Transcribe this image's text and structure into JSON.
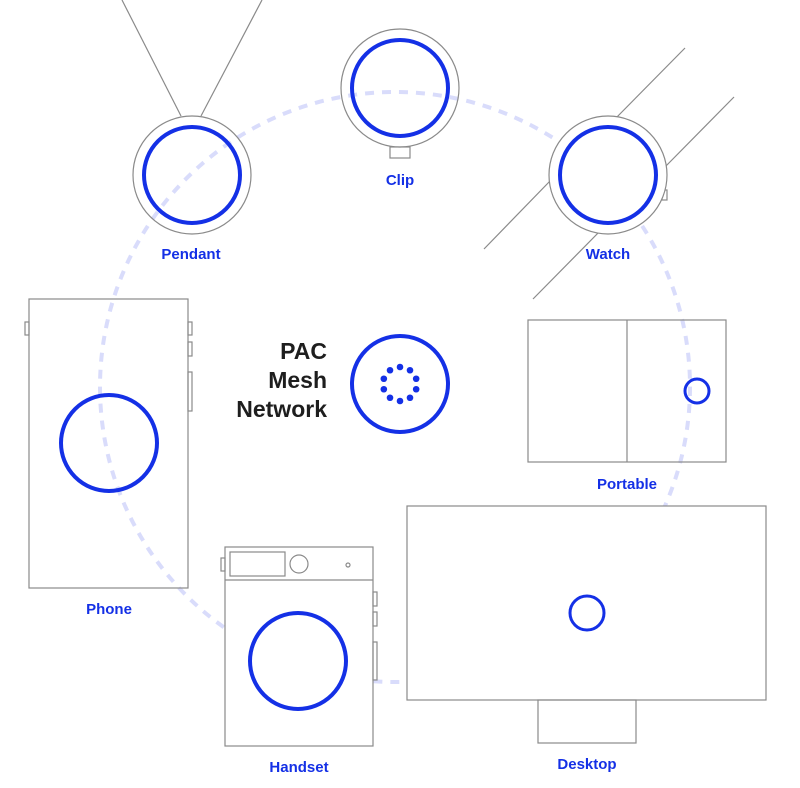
{
  "title_lines": [
    "PAC",
    "Mesh",
    "Network"
  ],
  "devices": {
    "clip": "Clip",
    "pendant": "Pendant",
    "watch": "Watch",
    "portable": "Portable",
    "phone": "Phone",
    "handset": "Handset",
    "desktop": "Desktop"
  },
  "colors": {
    "accent": "#1430e6",
    "mesh_ring": "#d9dcfb",
    "outline": "#8a8a8a",
    "title": "#1e1e1e"
  }
}
